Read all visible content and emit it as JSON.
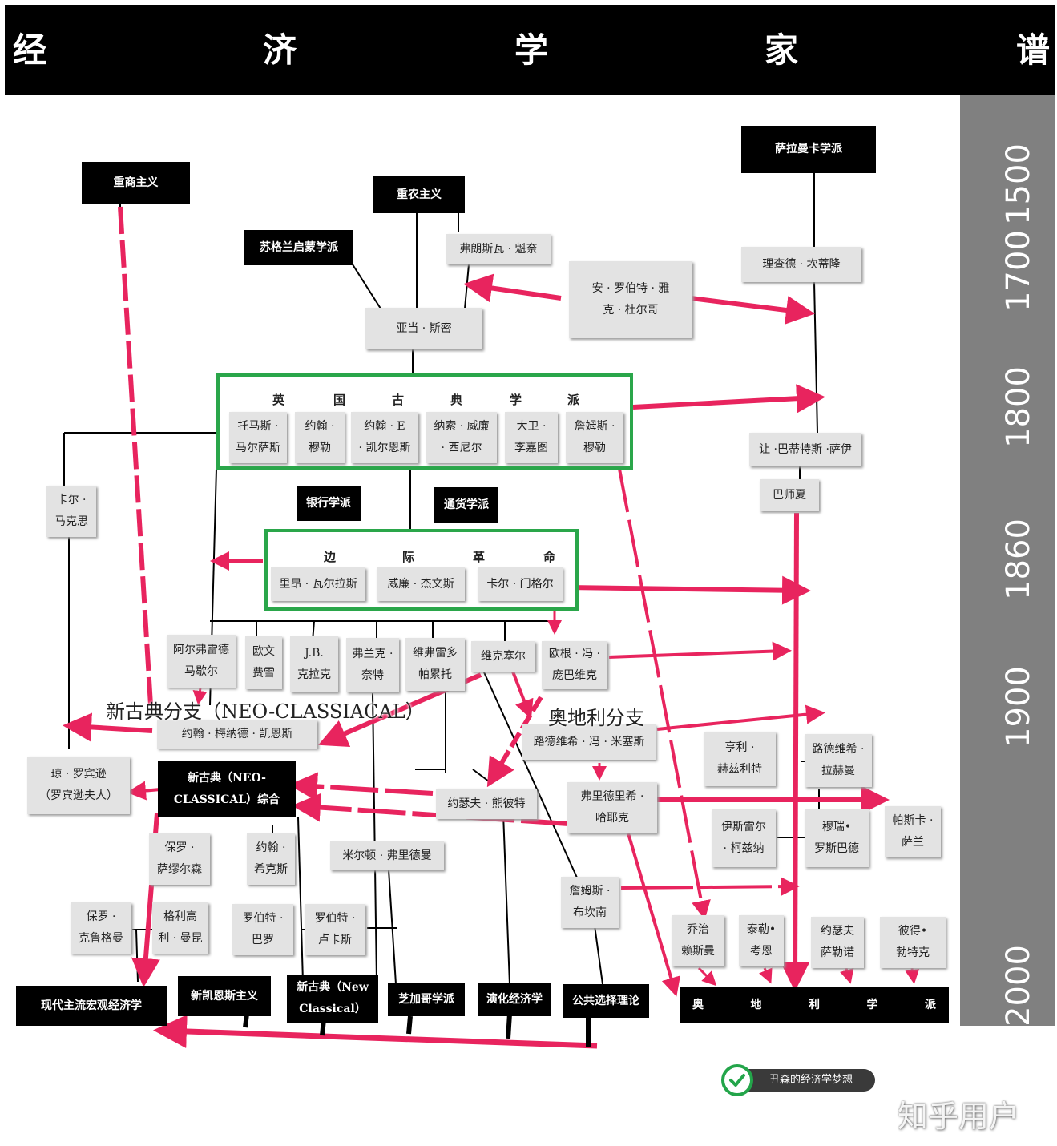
{
  "title_chars": [
    "经",
    "济",
    "学",
    "家",
    "谱"
  ],
  "timeline_years": [
    "1500",
    "1700",
    "1800",
    "1860",
    "1900",
    "2000"
  ],
  "schools": {
    "mercantilism": "重商主义",
    "physiocracy": "重农主义",
    "scottish_enlightenment": "苏格兰启蒙学派",
    "salamanca": "萨拉曼卡学派",
    "banking_school": "银行学派",
    "currency_school": "通货学派",
    "neo_classical_synthesis": [
      "新古典（NEO-",
      "CLASSICAL）综合"
    ],
    "modern_mainstream_macro": "现代主流宏观经济学",
    "new_keynesian": "新凯恩斯主义",
    "new_classical": [
      "新古典（New",
      "Classical）"
    ],
    "chicago": "芝加哥学派",
    "evolutionary": "演化经济学",
    "public_choice": "公共选择理论",
    "austrian_school": [
      "奥",
      "地",
      "利",
      "学",
      "派"
    ]
  },
  "groups": {
    "british_classical_heading": [
      "英",
      "国",
      "古",
      "典",
      "学",
      "派"
    ],
    "marginal_revolution_heading": [
      "边",
      "际",
      "革",
      "命"
    ]
  },
  "people": {
    "quesnay": "弗朗斯瓦 · 魁奈",
    "turgot": [
      "安 · 罗伯特 · 雅",
      "克 · 杜尔哥"
    ],
    "adam_smith": "亚当 · 斯密",
    "cantillon": "理查德 · 坎蒂隆",
    "malthus": [
      "托马斯 ·",
      "马尔萨斯"
    ],
    "john_mill": [
      "约翰 ·",
      "穆勒"
    ],
    "cairnes": [
      "约翰 · E",
      "· 凯尔恩斯"
    ],
    "senior": [
      "纳索 · 威廉",
      "· 西尼尔"
    ],
    "ricardo": [
      "大卫 ·",
      "李嘉图"
    ],
    "james_mill": [
      "詹姆斯 ·",
      "穆勒"
    ],
    "say": "让 ·巴蒂特斯 ·萨伊",
    "bastiat": "巴师夏",
    "marx": [
      "卡尔 ·",
      "马克思"
    ],
    "walras": "里昂 · 瓦尔拉斯",
    "jevons": "威廉 · 杰文斯",
    "menger": "卡尔 · 门格尔",
    "marshall": [
      "阿尔弗雷德",
      "马歇尔"
    ],
    "fisher": [
      "欧文",
      "费雪"
    ],
    "clark": [
      "J.B.",
      "克拉克"
    ],
    "knight": [
      "弗兰克 ·",
      "奈特"
    ],
    "pareto": [
      "维弗雷多",
      "帕累托"
    ],
    "wicksell": "维克塞尔",
    "bohm_bawerk": [
      "欧根 · 冯 ·",
      "庞巴维克"
    ],
    "keynes": "约翰 · 梅纳德 · 凯恩斯",
    "mises": "路德维希 · 冯 · 米塞斯",
    "hazlitt": [
      "亨利 ·",
      "赫兹利特"
    ],
    "lachmann": [
      "路德维希 ·",
      "拉赫曼"
    ],
    "robinson": [
      "琼 · 罗宾逊",
      "（罗宾逊夫人）"
    ],
    "schumpeter": "约瑟夫 · 熊彼特",
    "hayek": [
      "弗里德里希 ·",
      "哈耶克"
    ],
    "kirzner": [
      "伊斯雷尔",
      "· 柯兹纳"
    ],
    "rothbard": [
      "穆瑞•",
      "罗斯巴德"
    ],
    "huerta_de_soto": [
      "帕斯卡 ·",
      "萨兰"
    ],
    "samuelson": [
      "保罗 ·",
      "萨缪尔森"
    ],
    "hicks": [
      "约翰 ·",
      "希克斯"
    ],
    "friedman": "米尔顿 · 弗里德曼",
    "krugman": [
      "保罗 ·",
      "克鲁格曼"
    ],
    "mankiw": [
      "格利高",
      "利 · 曼昆"
    ],
    "barro": [
      "罗伯特 ·",
      "巴罗"
    ],
    "lucas": [
      "罗伯特 ·",
      "卢卡斯"
    ],
    "buchanan": [
      "詹姆斯 ·",
      "布坎南"
    ],
    "reisman": [
      "乔治",
      "赖斯曼"
    ],
    "cowen": [
      "泰勒•",
      "考恩"
    ],
    "salerno": [
      "约瑟夫",
      "萨勒诺"
    ],
    "boettke": [
      "彼得•",
      "勃特克"
    ]
  },
  "branch_labels": {
    "neo_classical": "新古典分支（NEO-CLASSIACAL）",
    "austrian": "奥地利分支"
  },
  "badge_text": "丑森的经济学梦想",
  "watermark": "知乎用户",
  "colors": {
    "arrow": "#e8245e",
    "group_border": "#2aa64a",
    "timeline": "#808080"
  }
}
